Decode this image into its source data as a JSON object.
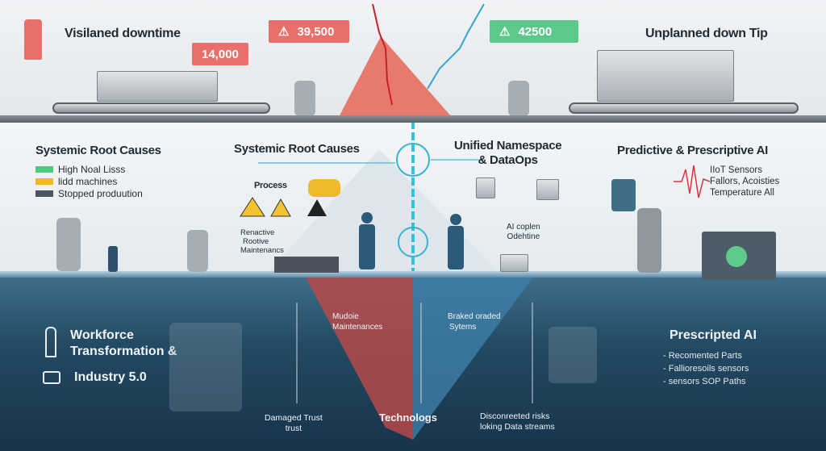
{
  "top": {
    "left_title": "Visilaned downtime",
    "right_title": "Unplanned down Tip",
    "badges": [
      {
        "value": "14,000",
        "color": "#e8706a"
      },
      {
        "value": "39,500",
        "color": "#e8706a"
      },
      {
        "value": "42500",
        "color": "#5cc98a"
      }
    ]
  },
  "middle": {
    "left_section": {
      "title": "Systemic Root Causes",
      "legend": [
        {
          "label": "High Noal Lisss",
          "color": "#4fc97a"
        },
        {
          "label": "lidd machines",
          "color": "#f2b52c"
        },
        {
          "label": "Stopped produution",
          "color": "#4b5560"
        }
      ]
    },
    "center_left": {
      "title": "Systemic Root Causes",
      "process_label": "Process",
      "maintenance_labels": [
        "Renactive",
        "Rootive",
        "Maintenancs"
      ]
    },
    "center_right": {
      "title_line1": "Unified Namespace",
      "title_line2": "& DataOps",
      "ai_labels": [
        "AI coplen",
        "Odehtine"
      ]
    },
    "right_section": {
      "title": "Predictive & Prescriptive AI",
      "sensor_lines": [
        "IIoT Sensors",
        "Fallors, Acoisties",
        "Temperature All"
      ]
    }
  },
  "bottom": {
    "workforce_line1": "Workforce",
    "workforce_line2": "Transformation &",
    "industry": "Industry 5.0",
    "mudoie": [
      "Mudoie",
      "Maintenances"
    ],
    "braked": [
      "Braked oraded",
      "Sytems"
    ],
    "damaged_trust": [
      "Damaged Trust",
      "trust"
    ],
    "technologs": "Technologs",
    "disconnected": [
      "Disconreeted risks",
      "loking Data streams"
    ],
    "prescripted": {
      "title": "Prescripted AI",
      "items": [
        "- Recomented Parts",
        "- Fallioresoils sensors",
        "- sensors SOP Paths"
      ]
    }
  }
}
